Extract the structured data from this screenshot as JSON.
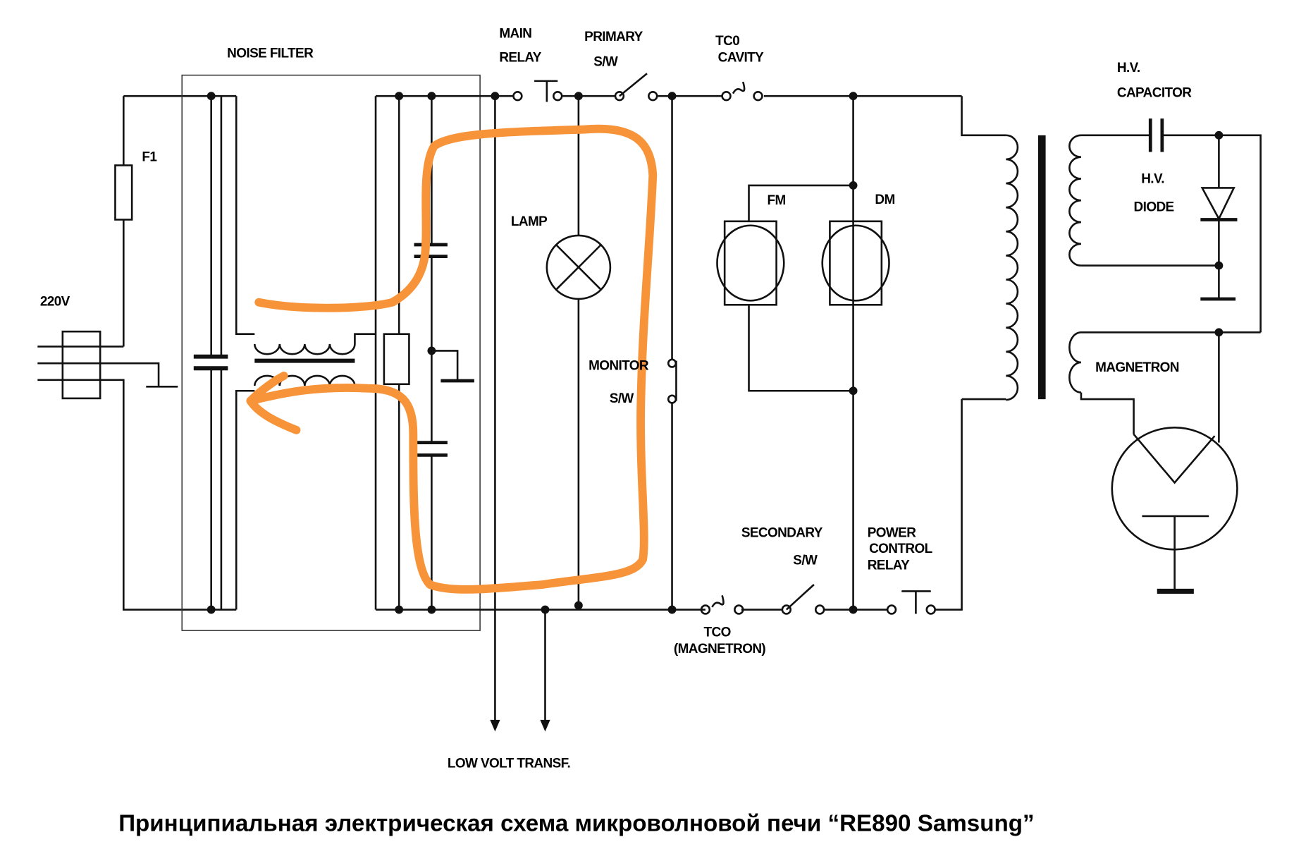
{
  "labels": {
    "noise_filter": "NOISE FILTER",
    "main_relay_1": "MAIN",
    "main_relay_2": "RELAY",
    "primary_sw_1": "PRIMARY",
    "primary_sw_2": "S/W",
    "tco_cavity_1": "TC0",
    "tco_cavity_2": "CAVITY",
    "hv_capacitor_1": "H.V.",
    "hv_capacitor_2": "CAPACITOR",
    "hv_diode_1": "H.V.",
    "hv_diode_2": "DIODE",
    "f1": "F1",
    "v220": "220V",
    "lamp": "LAMP",
    "fm": "FM",
    "dm": "DM",
    "monitor_sw_1": "MONITOR",
    "monitor_sw_2": "S/W",
    "magnetron": "MAGNETRON",
    "secondary_sw_1": "SECONDARY",
    "secondary_sw_2": "S/W",
    "power_relay_1": "POWER",
    "power_relay_2": "CONTROL",
    "power_relay_3": "RELAY",
    "tco_mag_1": "TCO",
    "tco_mag_2": "(MAGNETRON)",
    "low_volt": "LOW VOLT TRANSF."
  },
  "caption": "Принципиальная электрическая схема микроволновой печи “RE890 Samsung”",
  "colors": {
    "wire": "#111111",
    "annotation": "#f7943a"
  }
}
